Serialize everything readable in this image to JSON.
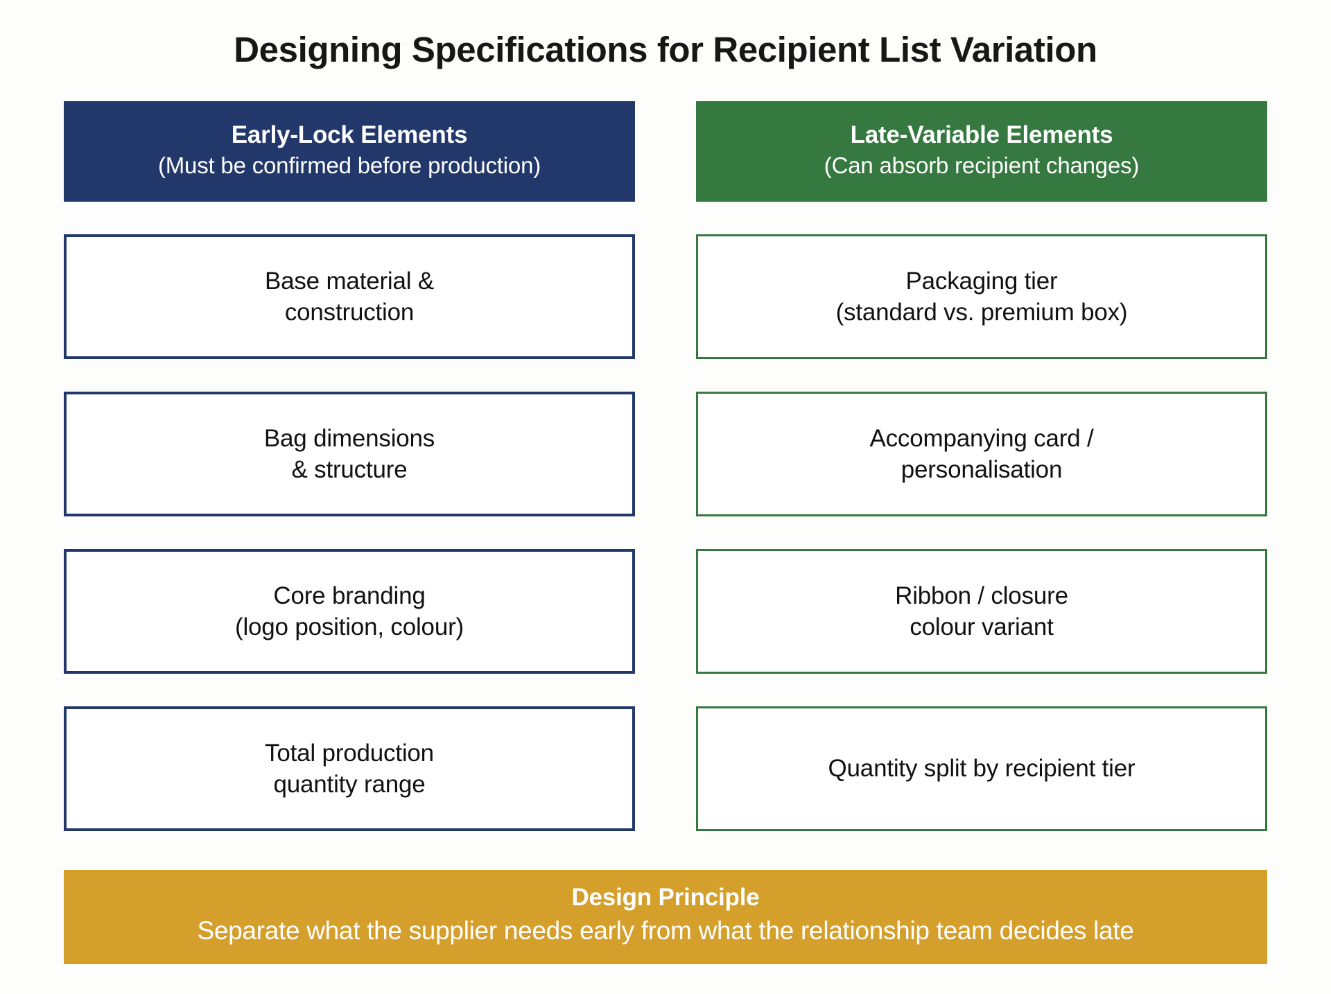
{
  "page": {
    "title": "Designing Specifications for Recipient List Variation",
    "background_color": "#FDFDFB"
  },
  "colors": {
    "navy": "#22386B",
    "green": "#357840",
    "orange": "#D59F2B",
    "text": "#111111",
    "white": "#FFFFFF"
  },
  "columns": [
    {
      "id": "early-lock",
      "header_title": "Early-Lock Elements",
      "header_subtitle": "(Must be confirmed before production)",
      "accent_color": "#22386B",
      "items": [
        {
          "text": "Base material &\nconstruction"
        },
        {
          "text": "Bag dimensions\n& structure"
        },
        {
          "text": "Core branding\n(logo position, colour)"
        },
        {
          "text": "Total production\nquantity range"
        }
      ]
    },
    {
      "id": "late-variable",
      "header_title": "Late-Variable Elements",
      "header_subtitle": "(Can absorb recipient changes)",
      "accent_color": "#357840",
      "items": [
        {
          "text": "Packaging tier\n(standard vs. premium box)"
        },
        {
          "text": "Accompanying card /\npersonalisation"
        },
        {
          "text": "Ribbon / closure\ncolour variant"
        },
        {
          "text": "Quantity split by recipient tier"
        }
      ]
    }
  ],
  "principle": {
    "title": "Design Principle",
    "subtitle": "Separate what the supplier needs early from what the relationship team decides late",
    "background_color": "#D59F2B"
  }
}
